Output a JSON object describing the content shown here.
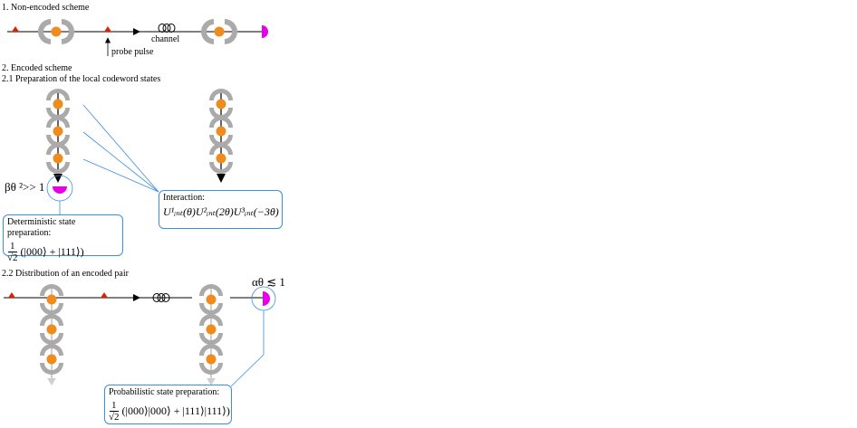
{
  "section1": {
    "title": "1. Non-encoded scheme",
    "channel_label": "channel",
    "probe_label": "probe pulse"
  },
  "section2": {
    "title": "2. Encoded scheme",
    "sub1_title": "2.1 Preparation of the local codeword states",
    "beta_condition": "βθ ²>> 1",
    "interaction": {
      "title": "Interaction:",
      "formula": "U¹ᵢₙₜ(θ)U²ᵢₙₜ(2θ)U³ᵢₙₜ(−3θ)"
    },
    "deterministic": {
      "title": "Deterministic state preparation:",
      "frac_num": "1",
      "frac_den": "√2",
      "formula": "(|000⟩ + |111⟩)"
    },
    "sub2_title": "2.2 Distribution of an encoded pair",
    "alpha_condition": "αθ ≲ 1",
    "probabilistic": {
      "title": "Probabilistic state preparation:",
      "frac_num": "1",
      "frac_den": "√2",
      "formula": "(|000⟩|000⟩ + |111⟩|111⟩)"
    }
  },
  "colors": {
    "cavity": "#aaaaaa",
    "atom": "#f08c1e",
    "detector": "#e600e6",
    "probe": "#dd2200",
    "callout_border": "#3b8fe0",
    "faded_line": "#cfcfcf"
  }
}
